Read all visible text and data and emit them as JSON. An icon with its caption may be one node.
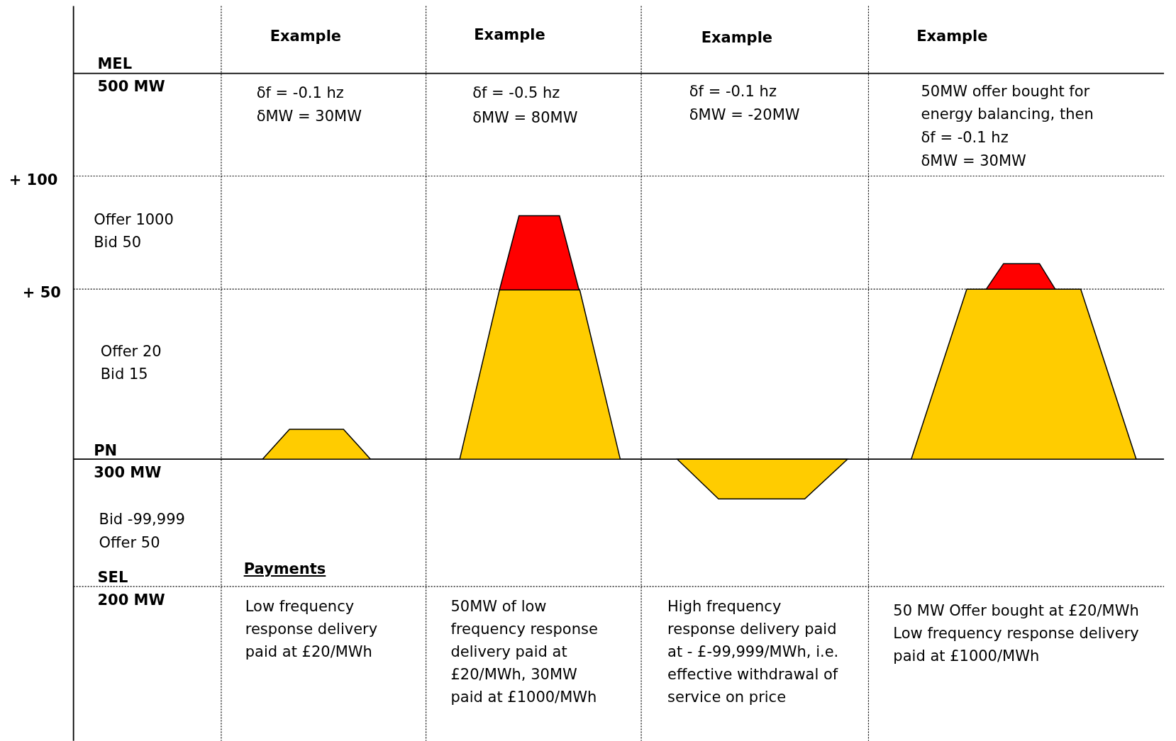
{
  "diagram": {
    "labels": [
      "Example",
      "Example",
      "Example",
      "Example",
      "MEL",
      "500 MW",
      "δf = -0.1 hz",
      "δMW = 30MW",
      "δf = -0.5 hz",
      "δMW = 80MW",
      "δf = -0.1 hz",
      "δMW = -20MW",
      "50MW offer bought for energy balancing, then",
      "δf = -0.1 hz",
      "δMW = 30MW",
      "+ 100",
      "Offer 1000",
      "Bid 50",
      "+ 50",
      "Offer 20",
      "Bid 15",
      "PN",
      "300 MW",
      "Bid -99,999",
      "Offer 50",
      "SEL",
      "Payments",
      "200 MW",
      "Low frequency response delivery paid at £20/MWh",
      "50MW of low frequency response delivery paid at £20/MWh, 30MW paid at £1000/MWh",
      "High frequency response delivery paid at - £-99,999/MWh, i.e. effective withdrawal of service on price",
      "50 MW Offer bought at £20/MWh",
      "Low frequency response delivery paid at £1000/MWh"
    ]
  }
}
